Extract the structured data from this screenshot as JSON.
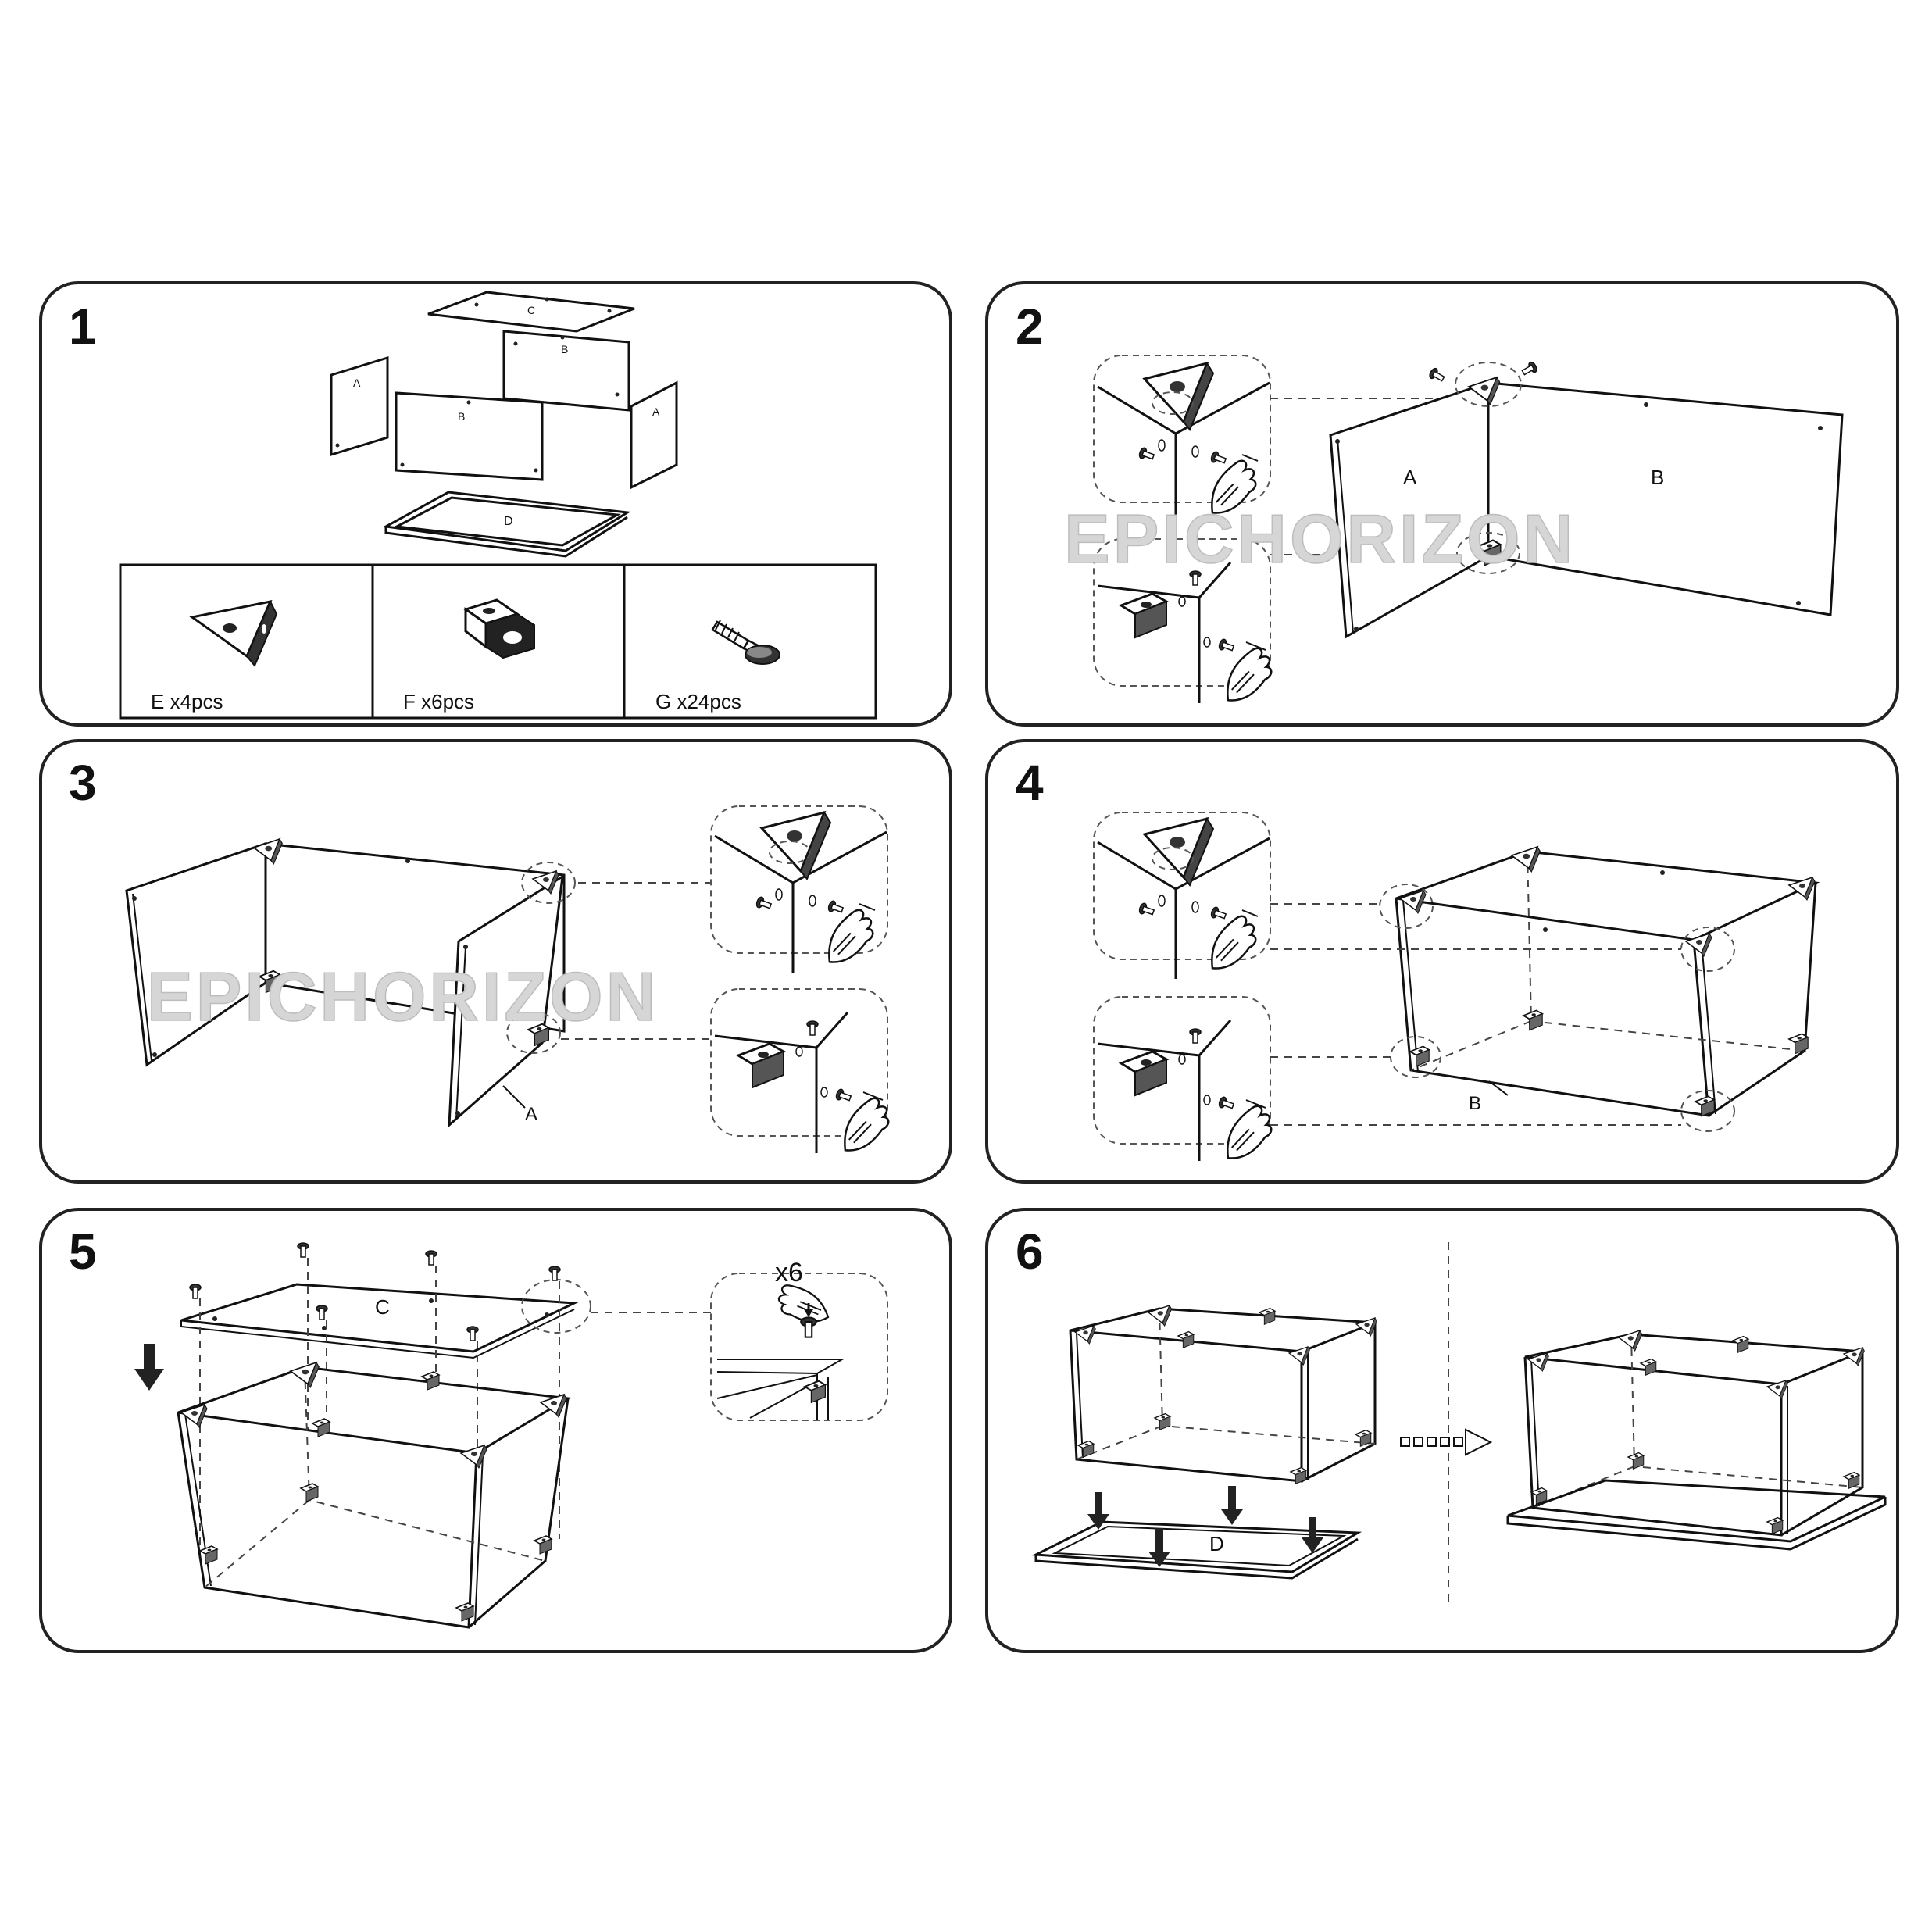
{
  "brand": {
    "watermark": "EPICHORIZON"
  },
  "steps": [
    {
      "number": "1",
      "panel_labels": {
        "top": "C",
        "back": "B",
        "front": "B",
        "left_side": "A",
        "right_side": "A",
        "bottom": "D"
      },
      "hardware": [
        {
          "icon": "corner-bracket-icon",
          "label": "E x4pcs"
        },
        {
          "icon": "l-bracket-icon",
          "label": "F x6pcs"
        },
        {
          "icon": "cam-screw-icon",
          "label": "G x24pcs"
        }
      ]
    },
    {
      "number": "2",
      "panel_labels": {
        "left": "A",
        "right": "B"
      }
    },
    {
      "number": "3",
      "panel_labels": {
        "side": "A"
      }
    },
    {
      "number": "4",
      "panel_labels": {
        "front": "B"
      }
    },
    {
      "number": "5",
      "panel_labels": {
        "top": "C"
      },
      "callout_count": "x6"
    },
    {
      "number": "6",
      "panel_labels": {
        "bottom": "D"
      }
    }
  ],
  "colors": {
    "line": "#111111",
    "frame": "#222222",
    "watermark": "#d6d6d6",
    "background": "#ffffff"
  }
}
